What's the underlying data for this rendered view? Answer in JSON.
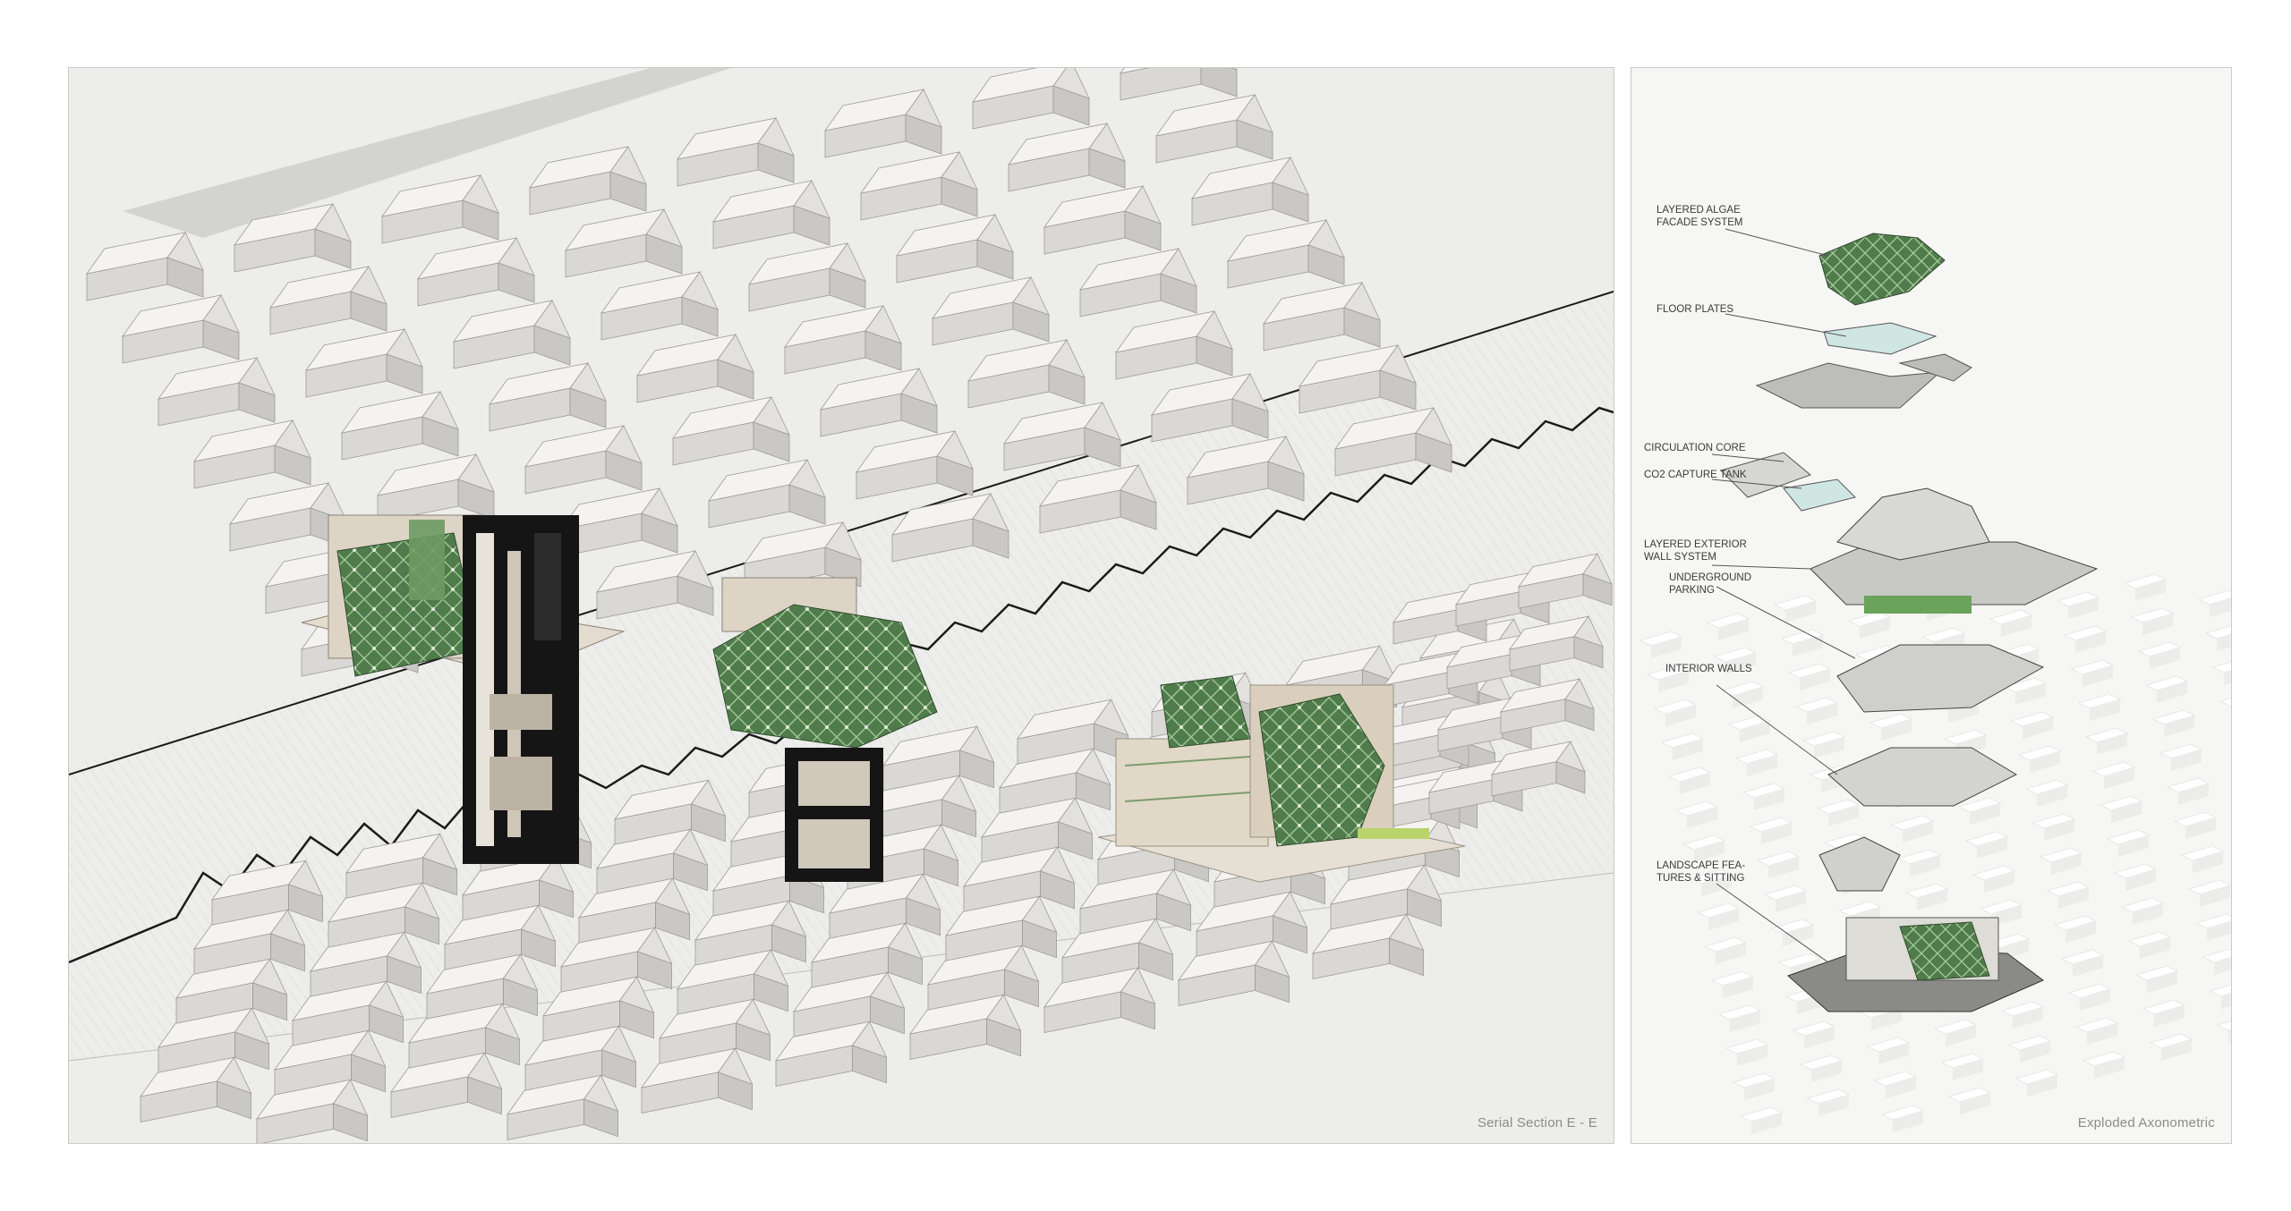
{
  "panels": {
    "section": {
      "caption": "Serial Section E - E"
    },
    "axonometric": {
      "caption": "Exploded Axonometric"
    }
  },
  "labels": [
    {
      "text": "LAYERED ALGAE\nFACADE SYSTEM"
    },
    {
      "text": "FLOOR PLATES"
    },
    {
      "text": "CIRCULATION CORE"
    },
    {
      "text": "CO2 CAPTURE TANK"
    },
    {
      "text": "LAYERED EXTERIOR\nWALL SYSTEM"
    },
    {
      "text": "UNDERGROUND\nPARKING"
    },
    {
      "text": "INTERIOR WALLS"
    },
    {
      "text": "LANDSCAPE FEA-\nTURES & SITTING"
    }
  ],
  "colors": {
    "ground": "#ededeb",
    "house_roof": "#f4f3f1",
    "house_wall": "#d9d8d5",
    "cut": "#111111",
    "algae": "#5d8a55",
    "building": "#d8cfc0"
  }
}
